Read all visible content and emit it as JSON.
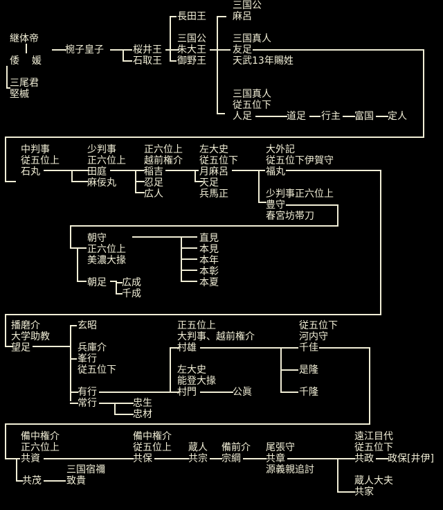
{
  "persons": [
    {
      "id": "keitai",
      "lines": [
        "継体帝"
      ]
    },
    {
      "id": "wa",
      "lines": [
        "倭"
      ]
    },
    {
      "id": "en",
      "lines": [
        "媛"
      ]
    },
    {
      "id": "mio",
      "lines": [
        "三尾君"
      ]
    },
    {
      "id": "kenkai",
      "lines": [
        "堅槭"
      ]
    },
    {
      "id": "wanko",
      "lines": [
        "椀子皇子"
      ]
    },
    {
      "id": "sakurai",
      "lines": [
        "桜井王"
      ]
    },
    {
      "id": "iwatori",
      "lines": [
        "石取王"
      ]
    },
    {
      "id": "nagata",
      "lines": [
        "長田王"
      ]
    },
    {
      "id": "akenooh",
      "lines": [
        "三国公",
        "朱大王"
      ]
    },
    {
      "id": "minu",
      "lines": [
        "御野王"
      ]
    },
    {
      "id": "maro",
      "lines": [
        "三国公",
        "麻呂"
      ]
    },
    {
      "id": "tomotari",
      "lines": [
        "三国真人",
        "友足",
        "天武13年賜姓"
      ]
    },
    {
      "id": "hitotari",
      "lines": [
        "三国真人",
        "従五位下",
        "人足"
      ]
    },
    {
      "id": "michitari",
      "lines": [
        "道足"
      ]
    },
    {
      "id": "yukinushi",
      "lines": [
        "行主"
      ]
    },
    {
      "id": "tomikuni",
      "lines": [
        "富国"
      ]
    },
    {
      "id": "sadahito",
      "lines": [
        "定人"
      ]
    },
    {
      "id": "ishimaru",
      "lines": [
        "中判事",
        "従五位上",
        "石丸"
      ]
    },
    {
      "id": "taniwa",
      "lines": [
        "少判事",
        "正六位上",
        "田庭"
      ]
    },
    {
      "id": "asomaru",
      "lines": [
        "麻佞丸"
      ]
    },
    {
      "id": "inayoshi",
      "lines": [
        "正六位上",
        "越前権介",
        "稲吉"
      ]
    },
    {
      "id": "oshitari",
      "lines": [
        "忍足"
      ]
    },
    {
      "id": "hirohito",
      "lines": [
        "広人"
      ]
    },
    {
      "id": "tsukimaro",
      "lines": [
        "左大史",
        "従五位下",
        "月麻呂"
      ]
    },
    {
      "id": "ametari",
      "lines": [
        "天足"
      ]
    },
    {
      "id": "hyomasa",
      "lines": [
        "兵馬正"
      ]
    },
    {
      "id": "fukumaru",
      "lines": [
        "大外記",
        "従五位下伊賀守",
        "福丸"
      ]
    },
    {
      "id": "toyomori",
      "lines": [
        "少判事正六位上",
        "豊守",
        "春宮坊帯刀"
      ]
    },
    {
      "id": "asamori",
      "lines": [
        "朝守",
        "正六位上",
        "美濃大掾"
      ]
    },
    {
      "id": "asatari",
      "lines": [
        "朝足"
      ]
    },
    {
      "id": "hiroshige",
      "lines": [
        "広成"
      ]
    },
    {
      "id": "chinari",
      "lines": [
        "千成"
      ]
    },
    {
      "id": "naomi",
      "lines": [
        "直見"
      ]
    },
    {
      "id": "motomi",
      "lines": [
        "本見"
      ]
    },
    {
      "id": "motonen",
      "lines": [
        "本年"
      ]
    },
    {
      "id": "motoaki",
      "lines": [
        "本彰"
      ]
    },
    {
      "id": "motonatsu",
      "lines": [
        "本夏"
      ]
    },
    {
      "id": "mochitari",
      "lines": [
        "播磨介",
        "大学助教",
        "望足"
      ]
    },
    {
      "id": "gensho",
      "lines": [
        "玄昭"
      ]
    },
    {
      "id": "mineyuki",
      "lines": [
        "兵庫介",
        "峯行",
        "従五位下"
      ]
    },
    {
      "id": "ariyuki",
      "lines": [
        "有行"
      ]
    },
    {
      "id": "tsuneyuki",
      "lines": [
        "常行"
      ]
    },
    {
      "id": "tadao",
      "lines": [
        "忠生"
      ]
    },
    {
      "id": "tadaki",
      "lines": [
        "忠材"
      ]
    },
    {
      "id": "murao",
      "lines": [
        "正五位上",
        "大判事、越前権介",
        "村雄"
      ]
    },
    {
      "id": "murakado",
      "lines": [
        "左大史",
        "能登大掾",
        "村門"
      ]
    },
    {
      "id": "kimizane",
      "lines": [
        "公眞"
      ]
    },
    {
      "id": "chikayoshi",
      "lines": [
        "従五位下",
        "河内守",
        "千佳"
      ]
    },
    {
      "id": "koretaka",
      "lines": [
        "是隆"
      ]
    },
    {
      "id": "chitaka",
      "lines": [
        "千隆"
      ]
    },
    {
      "id": "tomosuke",
      "lines": [
        "備中権介",
        "正六位上",
        "共資"
      ]
    },
    {
      "id": "tomoshige",
      "lines": [
        "共茂"
      ]
    },
    {
      "id": "chikaki",
      "lines": [
        "三国宿禰",
        "致貴"
      ]
    },
    {
      "id": "tomoyasu",
      "lines": [
        "備中権介",
        "従五位上",
        "共保"
      ]
    },
    {
      "id": "tomomune",
      "lines": [
        "蔵人",
        "共宗"
      ]
    },
    {
      "id": "munetsuna",
      "lines": [
        "備前介",
        "宗綱"
      ]
    },
    {
      "id": "tomoaki",
      "lines": [
        "尾張守",
        "共章",
        "源義親追討"
      ]
    },
    {
      "id": "tomomasa",
      "lines": [
        "遠江目代",
        "従五位下",
        "共政"
      ]
    },
    {
      "id": "masayasu",
      "lines": [
        "政保[井伊]"
      ]
    },
    {
      "id": "tomoie",
      "lines": [
        "蔵人大夫",
        "共家"
      ]
    }
  ]
}
